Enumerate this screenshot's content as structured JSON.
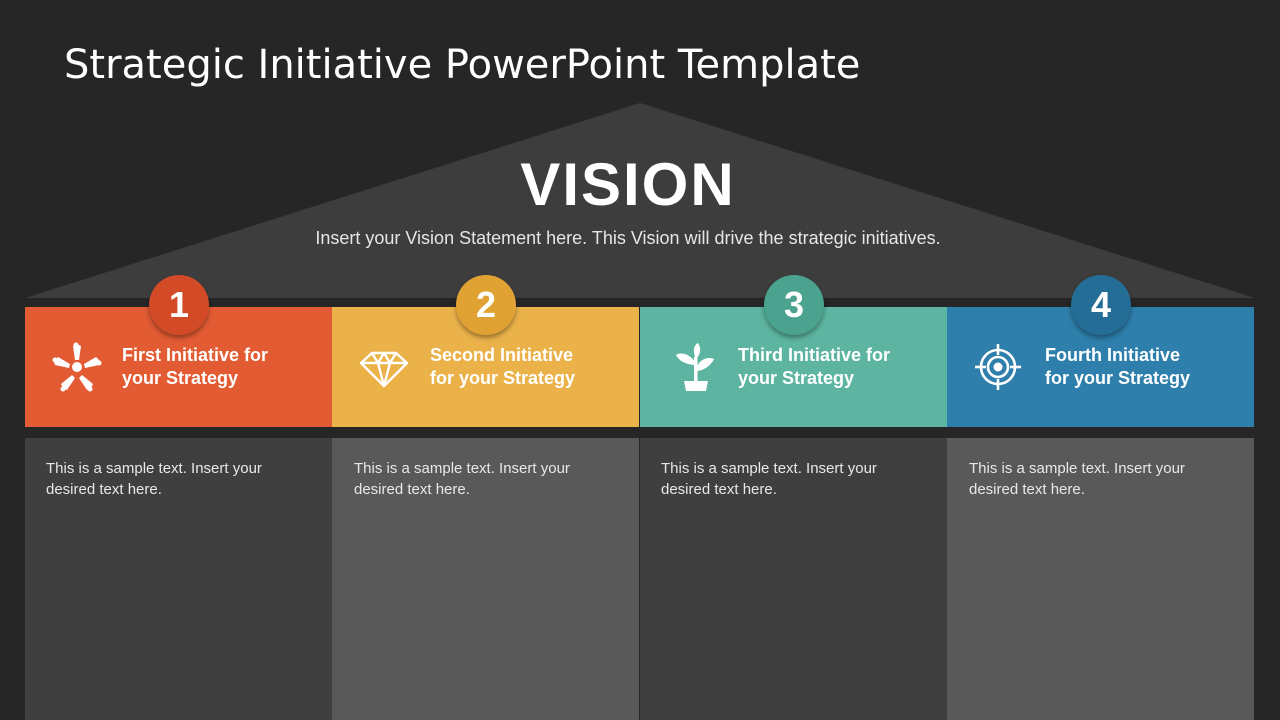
{
  "slide": {
    "title": "Strategic Initiative PowerPoint Template",
    "vision": {
      "heading": "VISION",
      "statement": "Insert your Vision Statement here. This Vision will drive the strategic initiatives."
    },
    "colors": {
      "background": "#262626",
      "roof": "#3d3d3d",
      "pillar_dark": "#3f3f3f",
      "pillar_light": "#595959"
    },
    "initiatives": [
      {
        "number": "1",
        "label_line1": "First Initiative for",
        "label_line2": "your Strategy",
        "icon": "teamwork-hands-icon",
        "color": "#e25b33",
        "circle_color": "#d34a27",
        "body_line1": "This is a sample text. Insert your",
        "body_line2": "desired text here."
      },
      {
        "number": "2",
        "label_line1": "Second Initiative",
        "label_line2": "for your Strategy",
        "icon": "diamond-icon",
        "color": "#ebb24a",
        "circle_color": "#dfa233",
        "body_line1": "This is a sample text. Insert your",
        "body_line2": "desired text here."
      },
      {
        "number": "3",
        "label_line1": "Third Initiative for",
        "label_line2": "your Strategy",
        "icon": "sprout-plant-icon",
        "color": "#5db5a1",
        "circle_color": "#4aa28f",
        "body_line1": "This is a sample text. Insert your",
        "body_line2": "desired text here."
      },
      {
        "number": "4",
        "label_line1": "Fourth Initiative",
        "label_line2": "for your Strategy",
        "icon": "target-icon",
        "color": "#2e7fab",
        "circle_color": "#246d96",
        "body_line1": "This is a sample text. Insert your",
        "body_line2": "desired text here."
      }
    ]
  }
}
